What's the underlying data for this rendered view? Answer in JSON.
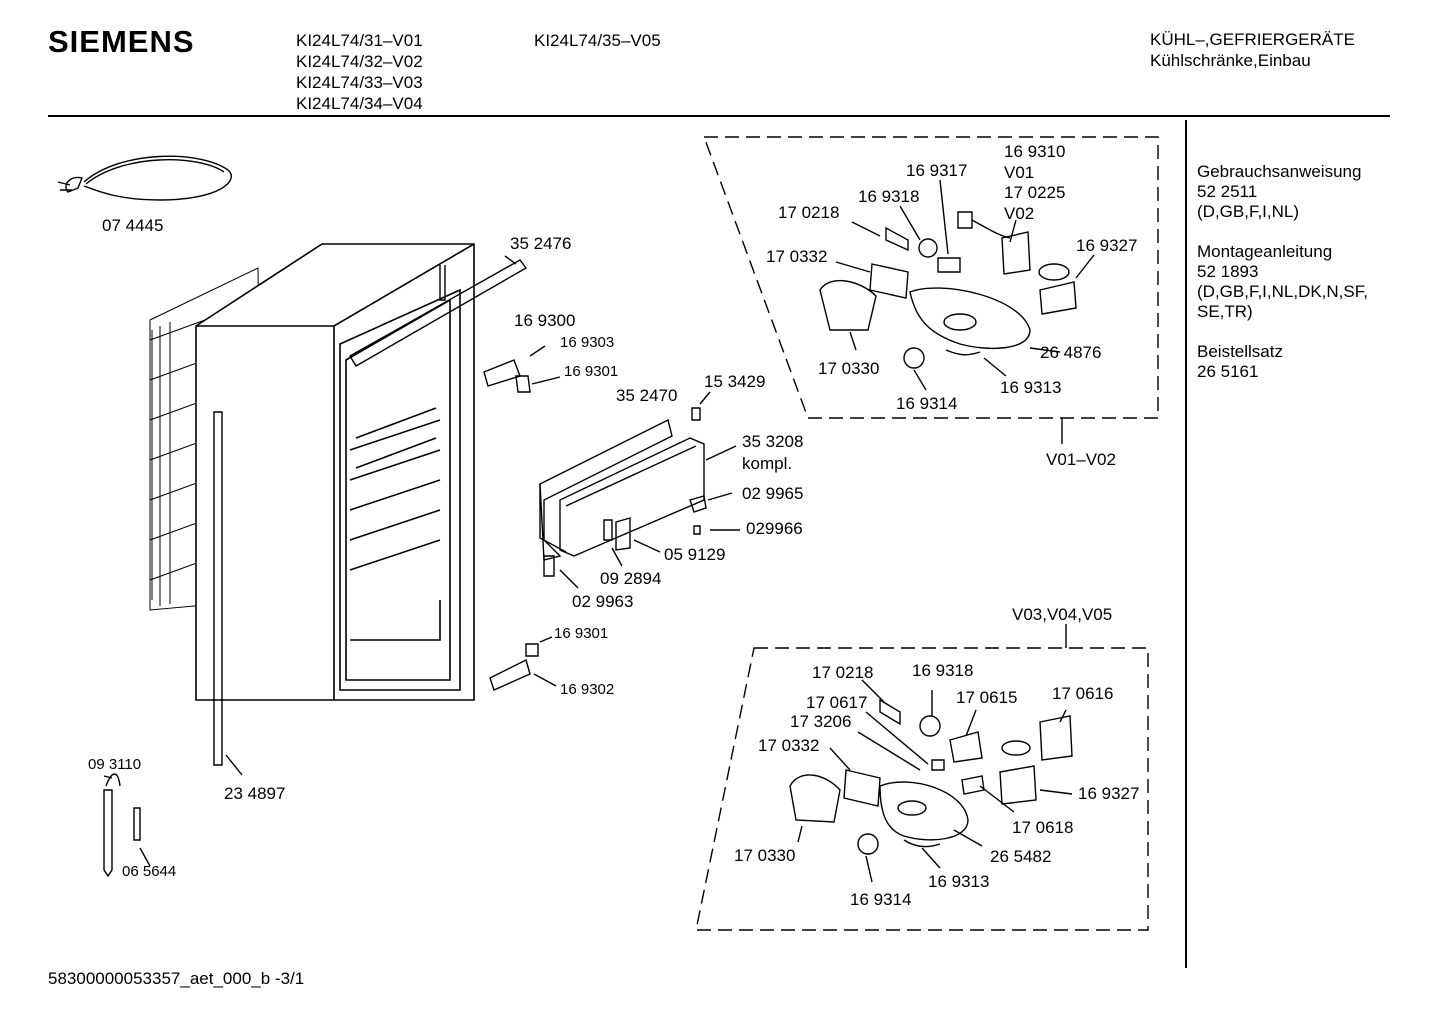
{
  "header": {
    "brand": "SIEMENS",
    "models_col1": [
      "KI24L74/31–V01",
      "KI24L74/32–V02",
      "KI24L74/33–V03",
      "KI24L74/34–V04"
    ],
    "models_col2": [
      "KI24L74/35–V05"
    ],
    "category": "KÜHL–,GEFRIERGERÄTE",
    "subcategory": "Kühlschränke,Einbau"
  },
  "sidebar": {
    "groups": [
      {
        "title": "Gebrauchsanweisung",
        "lines": [
          "52 2511",
          "(D,GB,F,I,NL)"
        ]
      },
      {
        "title": "Montageanleitung",
        "lines": [
          "52 1893",
          "(D,GB,F,I,NL,DK,N,SF,",
          "SE,TR)"
        ]
      },
      {
        "title": "Beistellsatz",
        "lines": [
          "26 5161"
        ]
      }
    ]
  },
  "main_labels": {
    "cable": "07 4445",
    "top_rail": "35 2476",
    "bracket_top": "16 9300",
    "hinge_top_a": "16 9303",
    "hinge_top_b": "16 9301",
    "frame": "35 2470",
    "screw_small": "15 3429",
    "door": "35 3208",
    "door_kompl": "kompl.",
    "clip_a": "02 9965",
    "clip_b": "029966",
    "latch": "05 9129",
    "hinge_mid": "09 2894",
    "clip_c": "02 9963",
    "hinge_bot_a": "16 9301",
    "hinge_bot_b": "16 9302",
    "sensor": "09 3110",
    "sensor_b": "06 5644",
    "strip": "23 4897"
  },
  "box_top": {
    "variant": "V01–V02",
    "labels": {
      "a": "16 9310",
      "a_v": "V01",
      "b": "17 0225",
      "b_v": "V02",
      "c": "16 9317",
      "d": "16 9318",
      "e": "17 0218",
      "f": "17 0332",
      "g": "16 9327",
      "h": "17 0330",
      "i": "26 4876",
      "j": "16 9313",
      "k": "16 9314"
    }
  },
  "box_bottom": {
    "variant": "V03,V04,V05",
    "labels": {
      "a": "17 0218",
      "b": "16 9318",
      "c": "17 0617",
      "d": "17 0615",
      "e": "17 0616",
      "f": "17 3206",
      "g": "17 0332",
      "h": "16 9327",
      "i": "17 0618",
      "j": "17 0330",
      "k": "26 5482",
      "l": "16 9313",
      "m": "16 9314"
    }
  },
  "footer": {
    "doc_id": "58300000053357_aet_000_b -3/1"
  }
}
